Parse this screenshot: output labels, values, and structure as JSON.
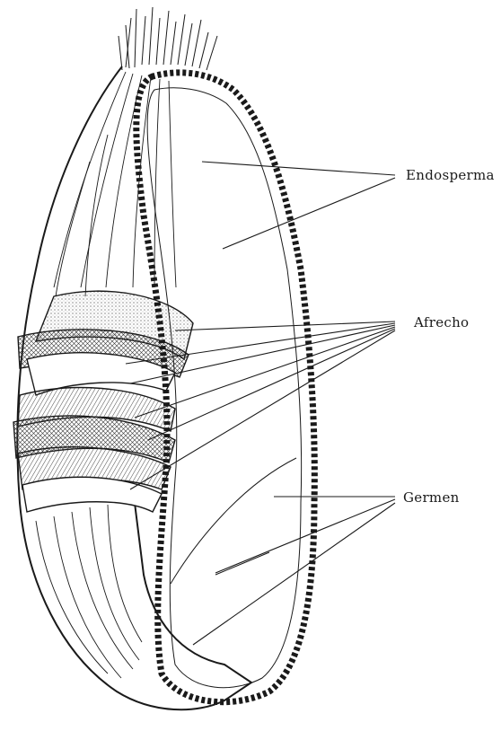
{
  "labels": {
    "endosperm": "Endosperma",
    "bran": "Afrecho",
    "germ": "Germen"
  },
  "colors": {
    "ink": "#1a1a1a",
    "background": "#ffffff"
  }
}
